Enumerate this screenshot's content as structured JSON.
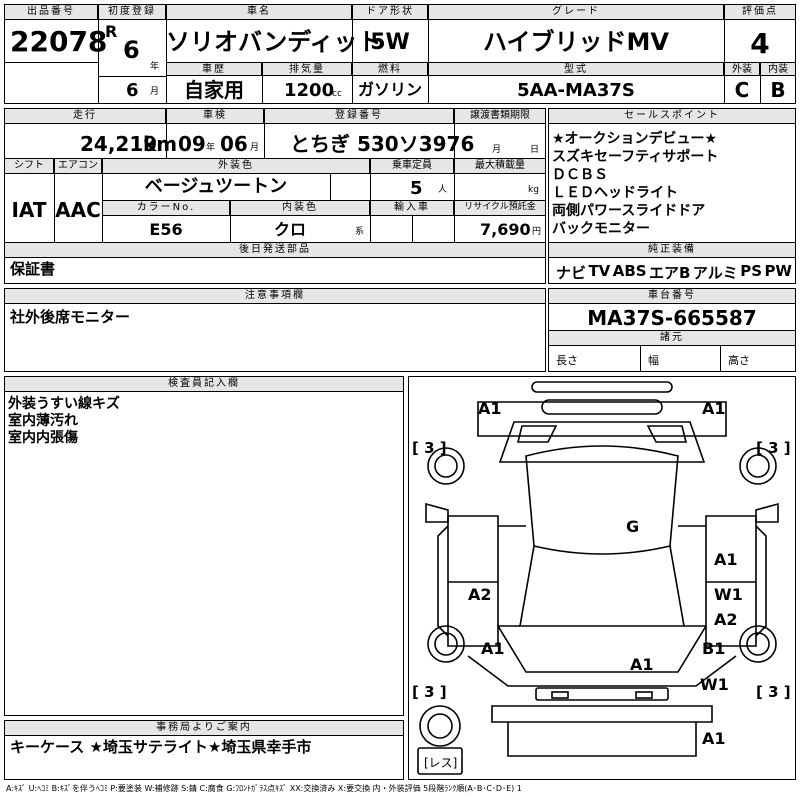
{
  "top": {
    "lot_label": "出品番号",
    "lot_number": "22078",
    "first_reg_label": "初度登録",
    "era": "R",
    "year_value": "6",
    "year_unit": "年",
    "month_value": "6",
    "month_unit": "月",
    "car_name_label": "車名",
    "car_name": "ソリオバンディット",
    "door_label": "ドア形状",
    "door": "5W",
    "grade_label": "グレード",
    "grade": "ハイブリッドMV",
    "score_label": "評価点",
    "score": "4",
    "history_label": "車歴",
    "history": "自家用",
    "displacement_label": "排気量",
    "displacement": "1200",
    "displacement_unit": "cc",
    "fuel_label": "燃料",
    "fuel": "ガソリン",
    "model_label": "型式",
    "model": "5AA-MA37S",
    "exterior_label": "外装",
    "exterior": "C",
    "interior_label": "内装",
    "interior": "B"
  },
  "mid": {
    "mileage_label": "走行",
    "mileage": "24,219",
    "mileage_unit": "km",
    "inspection_label": "車検",
    "insp_year": "09",
    "insp_year_unit": "年",
    "insp_month": "06",
    "insp_month_unit": "月",
    "reg_label": "登録番号",
    "reg_number": "とちぎ 530ソ3976",
    "transfer_label": "譲渡書類期限",
    "transfer_month_unit": "月",
    "transfer_day_unit": "日",
    "shift_label": "シフト",
    "shift": "IAT",
    "ac_label": "エアコン",
    "ac": "AAC",
    "color_label": "外装色",
    "color": "ベージュツートン",
    "capacity_label": "乗車定員",
    "capacity": "5",
    "capacity_unit": "人",
    "load_label": "最大積載量",
    "load_unit": "kg",
    "color_no_label": "カラーNo.",
    "color_no": "E56",
    "interior_color_label": "内装色",
    "interior_color": "クロ",
    "interior_color_unit": "系",
    "import_label": "輸入車",
    "recycle_label": "リサイクル預託金",
    "recycle": "7,690",
    "recycle_unit": "円",
    "later_label": "後日発送部品",
    "later": "保証書"
  },
  "sales": {
    "label": "セールスポイント",
    "lines": [
      "★オークションデビュー★",
      "スズキセーフティサポート",
      "ＤＣＢＳ",
      "ＬＥＤヘッドライト",
      "両側パワースライドドア",
      "バックモニター"
    ]
  },
  "equipment": {
    "label": "純正装備",
    "items": [
      "ナビ",
      "TV",
      "ABS",
      "エアB",
      "アルミ",
      "PS",
      "PW"
    ]
  },
  "notes": {
    "label": "注意事項欄",
    "text": "社外後席モニター"
  },
  "chassis": {
    "label": "車台番号",
    "number": "MA37S-665587",
    "spec_label": "諸元",
    "length_label": "長さ",
    "width_label": "幅",
    "height_label": "高さ"
  },
  "inspector": {
    "label": "検査員記入欄",
    "lines": [
      "外装うすい線キズ",
      "室内薄汚れ",
      "室内内張傷"
    ]
  },
  "diagram": {
    "marks": {
      "a1_fl": "A1",
      "a1_fr": "A1",
      "tire_fl": "[ 3 ]",
      "tire_fr": "[ 3 ]",
      "roof": "G",
      "a1_rf": "A1",
      "a2_left": "A2",
      "w1_right": "W1",
      "a2_right": "A2",
      "a1_left": "A1",
      "b1_right": "B1",
      "a1_center": "A1",
      "w1_rear": "W1",
      "tire_rl": "[ 3 ]",
      "tire_rr": "[ 3 ]",
      "a1_rear": "A1",
      "spare": "[レス]"
    }
  },
  "office": {
    "label": "事務局よりご案内",
    "text": "キーケース ★埼玉サテライト★埼玉県幸手市"
  },
  "legend": "A:ｷｽﾞ U:ﾍｺﾐ B:ｷｽﾞを伴うﾍｺﾐ P:要塗装 W:補修跡 S:錆 C:腐食 G:ﾌﾛﾝﾄｶﾞﾗｽ点ｷｽﾞ XX:交換済み X:要交換  内・外装評価 5段階ﾗﾝｸ順(A･B･C･D･E) 1"
}
